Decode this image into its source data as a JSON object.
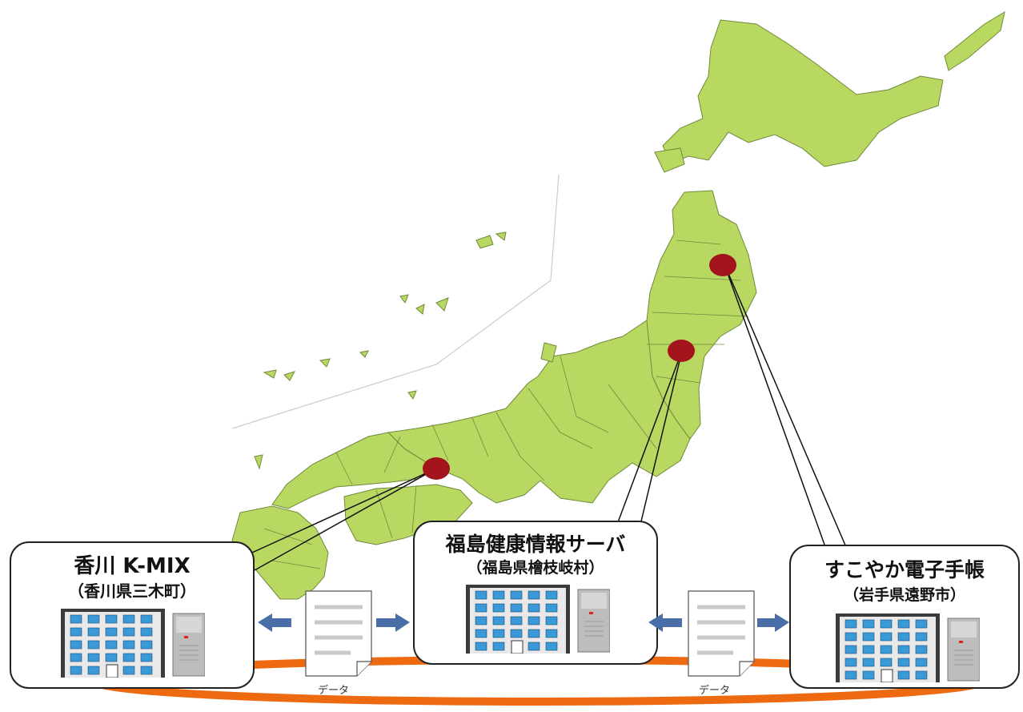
{
  "nodes": {
    "kagawa": {
      "name": "香川 K-MIX",
      "location": "（香川県三木町）"
    },
    "fukushima": {
      "name": "福島健康情報サーバ",
      "location": "（福島県檜枝岐村）"
    },
    "iwate": {
      "name": "すこやか電子手帳",
      "location": "（岩手県遠野市）"
    }
  },
  "documents": [
    {
      "label": "データ"
    },
    {
      "label": "データ"
    }
  ],
  "colors": {
    "land": "#b8d862",
    "land_outline": "#6f8a3a",
    "marker": "#a3141c",
    "ring": "#ee6a10",
    "arrow": "#4a6ea8",
    "window": "#3a9ad9"
  }
}
